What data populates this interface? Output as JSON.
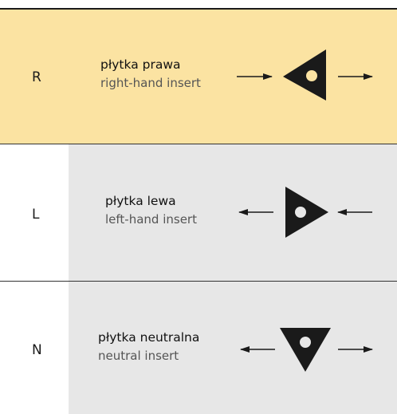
{
  "colors": {
    "right_row_background": "#fbe3a2",
    "band_background": "#e7e7e7",
    "ink": "#1a1a1a"
  },
  "inserts": [
    {
      "code": "R",
      "name_pl": "płytka prawa",
      "name_en": "right-hand insert",
      "triangle_icon": "triangle-pointing-left-with-hole",
      "arrows": [
        "arrow-right-icon",
        "arrow-right-icon"
      ]
    },
    {
      "code": "L",
      "name_pl": "płytka lewa",
      "name_en": "left-hand insert",
      "triangle_icon": "triangle-pointing-right-with-hole",
      "arrows": [
        "arrow-left-icon",
        "arrow-left-icon"
      ]
    },
    {
      "code": "N",
      "name_pl": "płytka neutralna",
      "name_en": "neutral insert",
      "triangle_icon": "triangle-pointing-down-with-hole",
      "arrows": [
        "arrow-left-icon",
        "arrow-right-icon"
      ]
    }
  ]
}
